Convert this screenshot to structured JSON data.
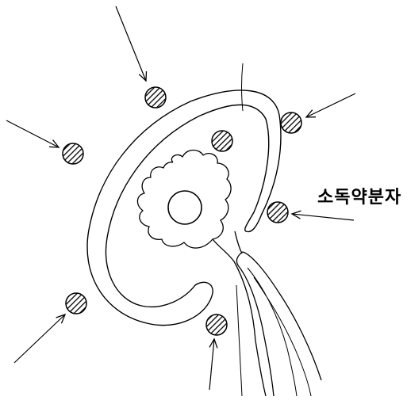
{
  "diagram": {
    "label": "소독약분자",
    "ink_color": "#000000",
    "background": "#ffffff",
    "molecule_count": 7,
    "arrow_count": 6
  }
}
